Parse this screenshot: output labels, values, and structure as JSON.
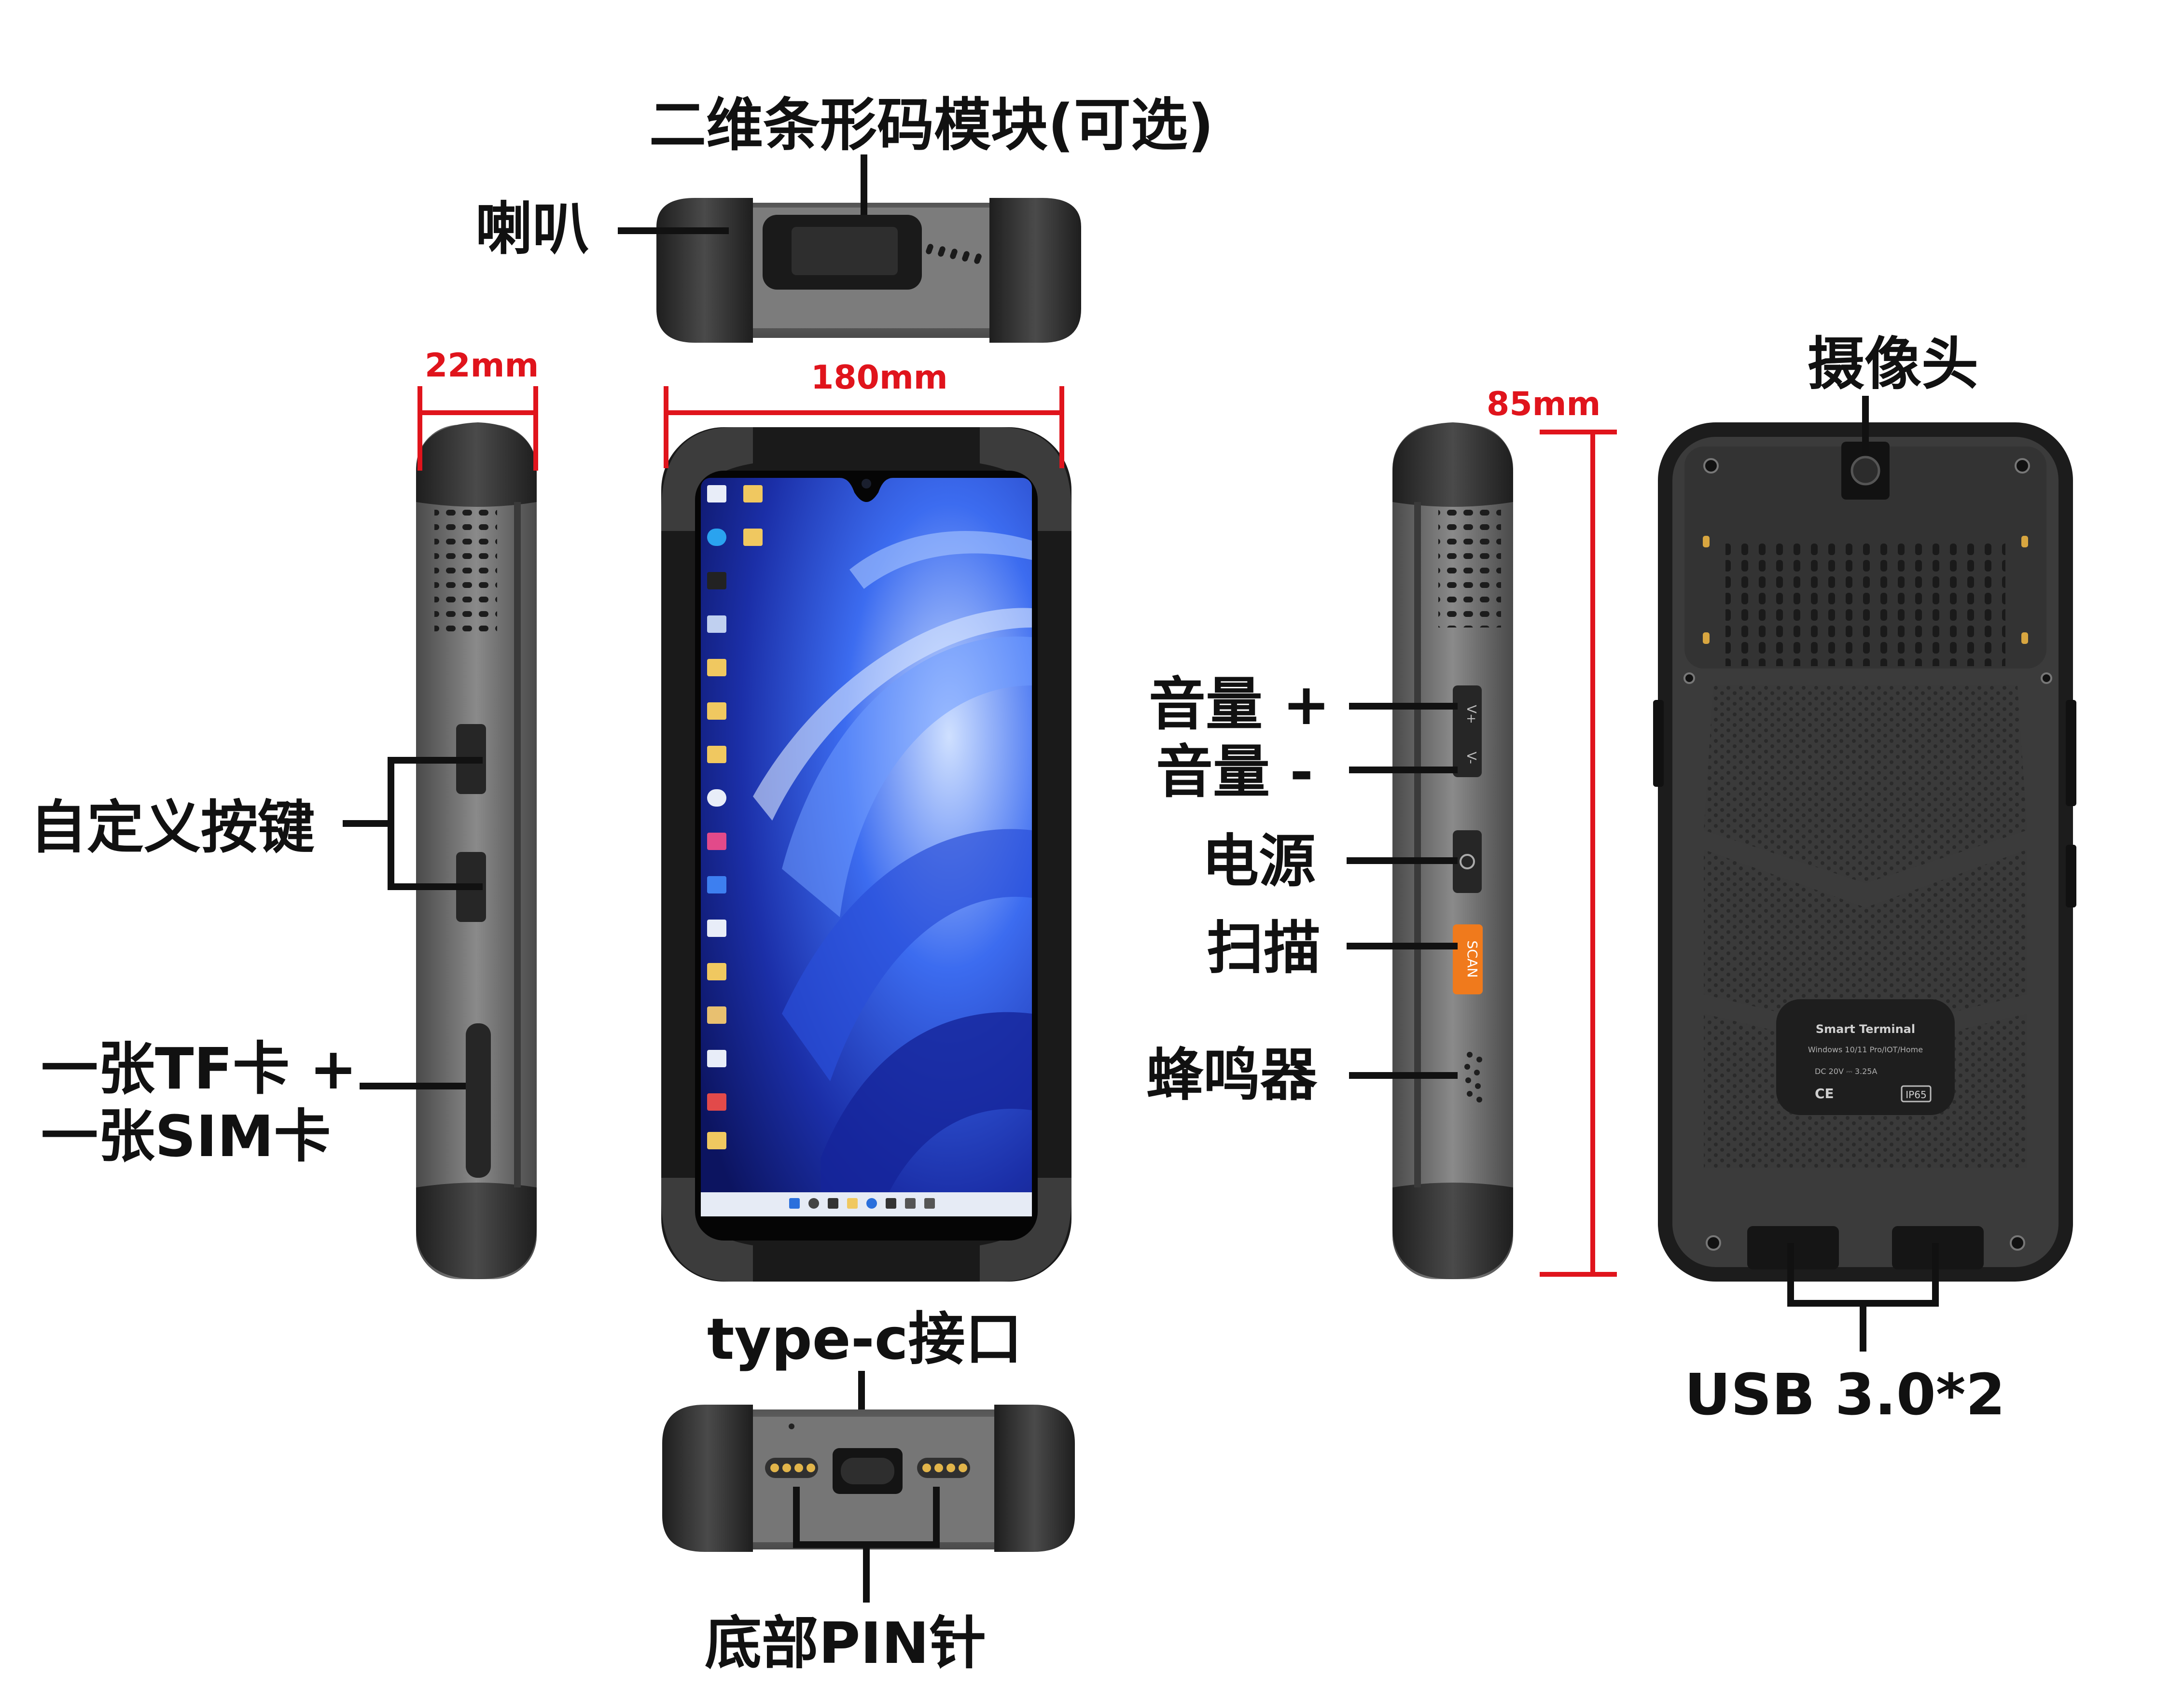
{
  "labels": {
    "barcode_module": "二维条形码模块(可选)",
    "speaker": "喇叭",
    "custom_keys": "自定义按键",
    "card_line1": "一张TF卡 +",
    "card_line2": "一张SIM卡",
    "type_c": "type-c接口",
    "bottom_pin": "底部PIN针",
    "volume_up": "音量 +",
    "volume_down": "音量 -",
    "power": "电源",
    "scan": "扫描",
    "buzzer": "蜂鸣器",
    "camera": "摄像头",
    "usb": "USB 3.0*2"
  },
  "dimensions": {
    "thickness": "22mm",
    "length": "180mm",
    "width": "85mm"
  },
  "device": {
    "scan_button_text": "SCAN",
    "volume_up_key_text": "V+",
    "volume_down_key_text": "V-",
    "back_label_brand": "Smart Terminal",
    "back_label_os": "Windows 10/11 Pro/IOT/Home",
    "back_label_rating": "DC 20V ⎓ 3.25A",
    "back_ce_mark": "CE",
    "back_ip_mark": "IP65"
  },
  "colors": {
    "dimension_red": "#e0141c",
    "scan_orange": "#f07a1c",
    "rubber_dark": "#3a3a3a",
    "body_gray": "#6b6b6b"
  }
}
